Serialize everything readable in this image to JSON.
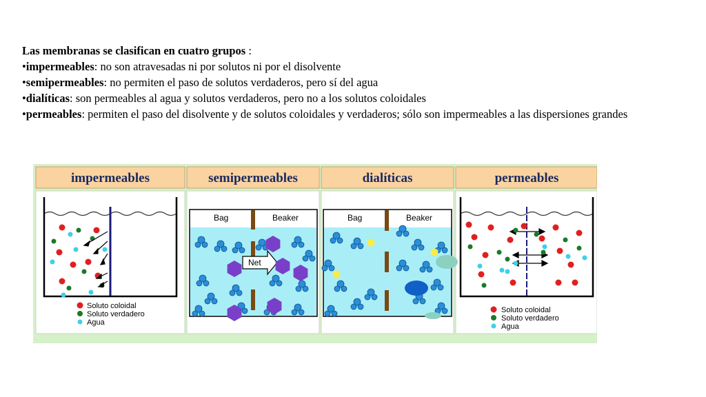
{
  "intro": {
    "title_bold": "Las membranas se clasifican en cuatro grupos",
    "title_rest": " :"
  },
  "items": [
    {
      "bullet": "•",
      "term": "impermeables",
      "desc": ": no son atravesadas ni por solutos ni por el disolvente"
    },
    {
      "bullet": "•",
      "term": "semipermeables",
      "desc": ": no permiten el paso de solutos verdaderos, pero sí del agua"
    },
    {
      "bullet": "•",
      "term": "dialíticas",
      "desc": ": son permeables al agua y solutos verdaderos, pero no a los solutos coloidales"
    },
    {
      "bullet": "•",
      "term": "permeables",
      "desc": ": permiten el paso del disolvente y de solutos coloidales y verdaderos; sólo son impermeables a las dispersiones grandes"
    }
  ],
  "figure": {
    "headers": [
      "impermeables",
      "semipermeables",
      "dialíticas",
      "permeables"
    ],
    "bag_label": "Bag",
    "beaker_label": "Beaker",
    "net_label": "Net",
    "legend": [
      "Soluto coloidal",
      "Soluto verdadero",
      "Agua"
    ],
    "colors": {
      "header_bg": "#fbd3a0",
      "water": "#a9eef7",
      "coloidal": "#e02020",
      "verdadero": "#1a7a2a",
      "agua": "#3fd0e8",
      "membrane": "#1a1a7a",
      "bag_membrane": "#7a4a12",
      "purple": "#7a3fc8",
      "droplet": "#2277cc"
    }
  }
}
